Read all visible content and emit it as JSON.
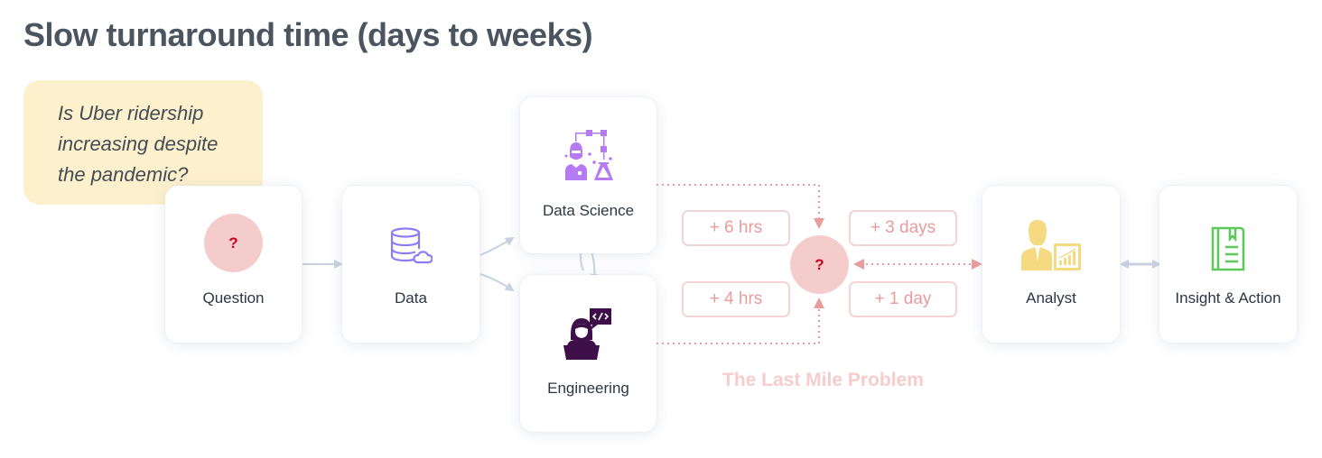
{
  "title": "Slow turnaround time (days to weeks)",
  "question_note": {
    "lines": [
      "Is Uber ridership",
      "increasing despite",
      "the pandemic?"
    ],
    "background": "#fdf0cc"
  },
  "nodes": {
    "question": {
      "label": "Question",
      "icon": "question-circle-icon",
      "glyph": "?"
    },
    "data": {
      "label": "Data",
      "icon": "database-cloud-icon"
    },
    "data_science": {
      "label": "Data Science",
      "icon": "data-scientist-icon"
    },
    "engineering": {
      "label": "Engineering",
      "icon": "engineer-code-icon"
    },
    "analyst": {
      "label": "Analyst",
      "icon": "analyst-chart-icon"
    },
    "insight": {
      "label": "Insight & Action",
      "icon": "notebook-icon"
    }
  },
  "delays": {
    "ds": "+ 6 hrs",
    "eng": "+ 4 hrs",
    "analyst_top": "+ 3 days",
    "analyst_bottom": "+ 1 day"
  },
  "center_glyph": "?",
  "last_mile_label": "The Last Mile Problem",
  "colors": {
    "title": "#4a5560",
    "data_icon": "#8b7cf6",
    "ds_icon": "#b57bf2",
    "eng_icon": "#3f0f4a",
    "analyst_icon": "#f5da82",
    "insight_icon": "#5ec95a",
    "flow_arrow": "#c8d2e0",
    "delay_arrow": "#e99c9c",
    "question_fill": "#f5cccc",
    "question_glyph": "#c9001a"
  }
}
